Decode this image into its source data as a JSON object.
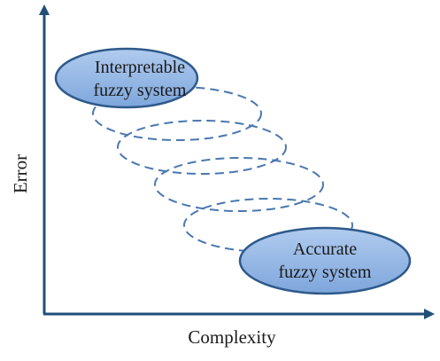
{
  "axes": {
    "x_label": "Complexity",
    "y_label": "Error"
  },
  "nodes": {
    "interpretable": {
      "line1": "Interpretable",
      "line2": "fuzzy system"
    },
    "accurate": {
      "line1": "Accurate",
      "line2": "fuzzy system"
    }
  },
  "colors": {
    "axis": "#1f4e79",
    "node_fill": "#8db3e2",
    "node_stroke": "#2e5a8a",
    "dashed": "#4a78b0",
    "text": "#1a1a1a"
  }
}
